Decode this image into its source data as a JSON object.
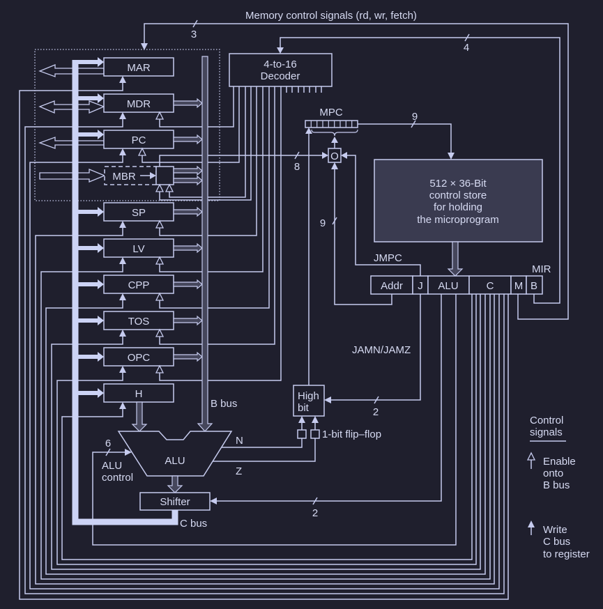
{
  "colors": {
    "background": "#1f1f2d",
    "line": "#c6cbee",
    "text": "#d6daf2",
    "c_bus": "#ccd3f5",
    "bus_fill": "#45465b",
    "control_store_fill": "#3a3b50"
  },
  "memory_control": {
    "label": "Memory control signals (rd, wr, fetch)",
    "width": "3"
  },
  "decoder": {
    "line1": "4-to-16",
    "line2": "Decoder",
    "input_width": "4"
  },
  "registers": [
    {
      "name": "MAR"
    },
    {
      "name": "MDR"
    },
    {
      "name": "PC"
    },
    {
      "name": "MBR"
    },
    {
      "name": "SP"
    },
    {
      "name": "LV"
    },
    {
      "name": "CPP"
    },
    {
      "name": "TOS"
    },
    {
      "name": "OPC"
    },
    {
      "name": "H"
    }
  ],
  "mpc": {
    "label": "MPC",
    "output_width": "9",
    "or_gate": "O",
    "mbr_width": "8",
    "addr_width": "9"
  },
  "control_store": {
    "lines": [
      "512 × 36-Bit",
      "control store",
      "for holding",
      "the microprogram"
    ]
  },
  "mir": {
    "label": "MIR",
    "fields": [
      "Addr",
      "J",
      "ALU",
      "C",
      "M",
      "B"
    ]
  },
  "jmpc": "JMPC",
  "jam": {
    "label": "JAMN/JAMZ",
    "width": "2"
  },
  "high_bit": {
    "line1": "High",
    "line2": "bit"
  },
  "flip_flop": "1-bit flip–flop",
  "alu": {
    "label": "ALU",
    "control_line1": "ALU",
    "control_line2": "control",
    "control_width": "6",
    "n": "N",
    "z": "Z"
  },
  "shifter": {
    "label": "Shifter",
    "control_width": "2"
  },
  "buses": {
    "b": "B bus",
    "c": "C bus"
  },
  "legend": {
    "title1": "Control",
    "title2": "signals",
    "enable": [
      "Enable",
      "onto",
      "B bus"
    ],
    "write": [
      "Write",
      "C bus",
      "to register"
    ]
  }
}
